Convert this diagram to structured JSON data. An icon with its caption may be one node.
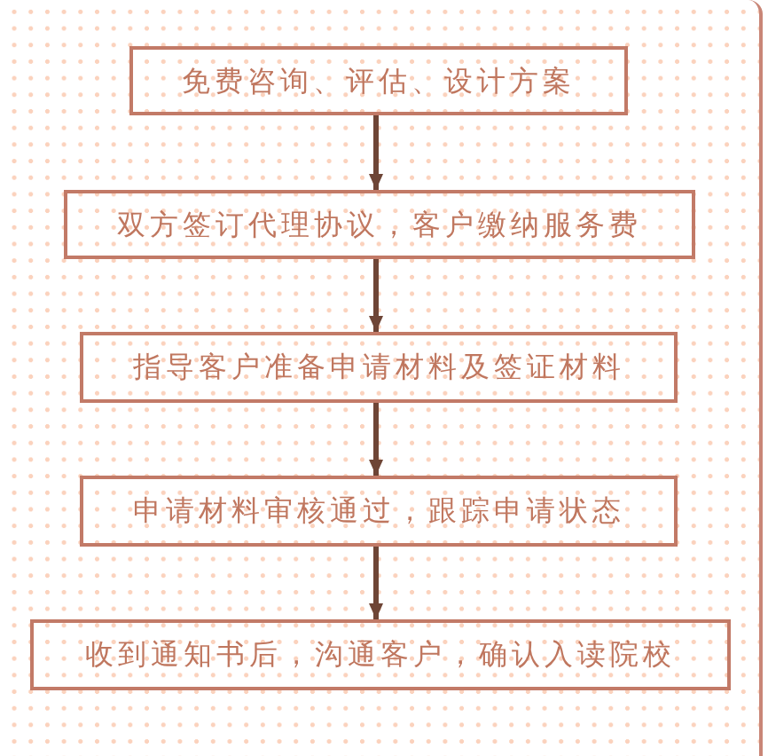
{
  "diagram": {
    "nodes": [
      {
        "text": [
          "免费咨询、评估、设计方案"
        ]
      },
      {
        "text": [
          "双方签订代理协议，客户缴纳服务费"
        ]
      },
      {
        "text": [
          "指导客户准备申请材料及签证材料"
        ]
      },
      {
        "text": [
          "申请材料审核通过，跟踪申请状态"
        ]
      },
      {
        "text": [
          "收到通知书后，沟通客户，确认入读院校"
        ]
      }
    ],
    "edges": [
      {
        "from": 0,
        "to": 1,
        "arrow": "to"
      },
      {
        "from": 1,
        "to": 2,
        "arrow": "to"
      },
      {
        "from": 2,
        "to": 3,
        "arrow": "to"
      },
      {
        "from": 3,
        "to": 4,
        "arrow": "to"
      }
    ]
  }
}
